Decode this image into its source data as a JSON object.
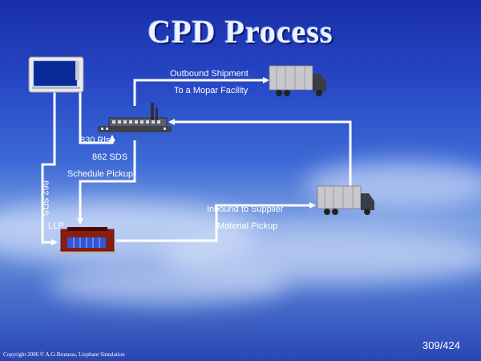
{
  "title": "CPD Process",
  "labels": {
    "outbound_line1": "Outbound Shipment",
    "outbound_line2": "To a Mopar Facility",
    "asn_line1": "830 Rlse",
    "asn_line2": "862 SDS",
    "asn_line3": "Schedule Pickup",
    "vertical": "862 SDS",
    "llp": "LLP",
    "inbound_line1": "Inbound to Supplier",
    "inbound_line2": "Material Pickup"
  },
  "page_number": "309/424",
  "copyright": "Copyright 2006 © A.G-Bruneau, Liophant Simulation",
  "colors": {
    "arrow": "#ffffff",
    "truck_body": "#c8c8cc",
    "llp_building": "#8a1c10"
  },
  "icons": [
    "computer-monitor-icon",
    "factory-icon",
    "truck-icon",
    "warehouse-icon"
  ]
}
